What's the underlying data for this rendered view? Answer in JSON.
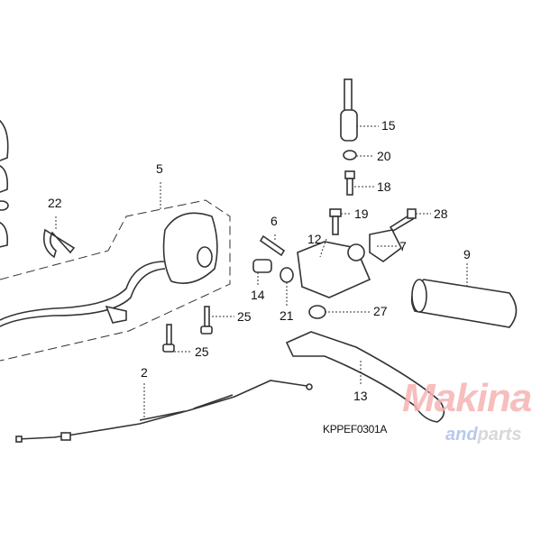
{
  "diagram": {
    "code": "KPPEF0301A",
    "callouts": [
      "15",
      "20",
      "18",
      "19",
      "28",
      "6",
      "12",
      "7",
      "9",
      "5",
      "22",
      "14",
      "21",
      "27",
      "25",
      "25",
      "2",
      "13"
    ]
  },
  "watermark": {
    "brand": "Makina",
    "sub_and": "and",
    "sub_parts": "parts",
    "color": "#f6b3b3"
  }
}
